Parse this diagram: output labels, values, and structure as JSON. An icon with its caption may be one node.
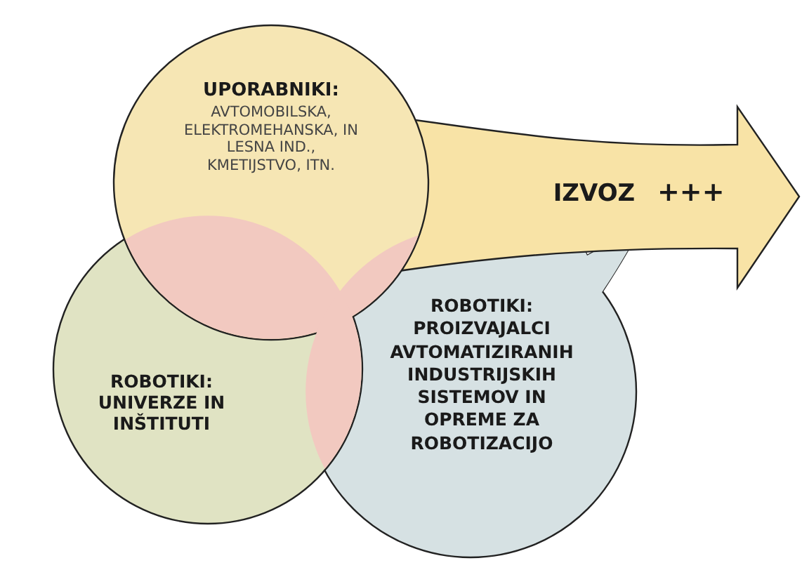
{
  "diagram": {
    "nodes": [
      {
        "text": [
          "UPORABNIKI:",
          "AVTOMOBILSKA, ELEKTROMEHANSKA, IN LESNA IND., KMETIJSTVO, ITN."
        ]
      },
      {
        "text": [
          "IZVOZ",
          "+++"
        ]
      },
      {
        "text": [
          "ROBOTIKI: UNIVERZE IN INŠTITUTI"
        ]
      },
      {
        "text": [
          "ROBOTIKI: PROIZVAJALCI AVTOMATIZIRANIH INDUSTRIJSKIH SISTEMOV IN OPREME ZA ROBOTIZACIJO"
        ]
      }
    ],
    "edges": []
  }
}
